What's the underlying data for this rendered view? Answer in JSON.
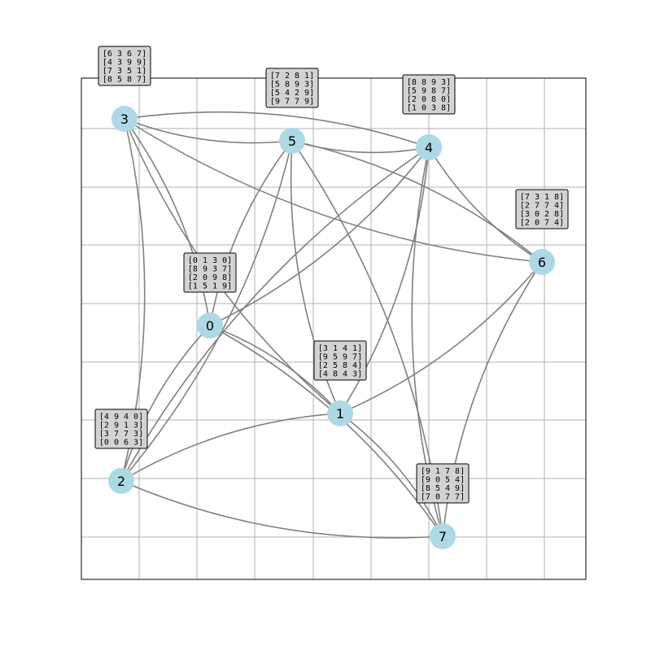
{
  "graph": {
    "colors": {
      "node_fill": "#add8e6",
      "edge": "#808080",
      "grid": "#b0b0b0",
      "frame": "#000000",
      "label_box_fill": "#d3d3d3",
      "label_box_stroke": "#000000"
    },
    "nodes": [
      {
        "id": "0",
        "label": "0",
        "matrix": [
          "[0 1 3 0]",
          "[8 9 3 7]",
          "[2 0 9 8]",
          "[1 5 1 9]"
        ]
      },
      {
        "id": "1",
        "label": "1",
        "matrix": [
          "[3 1 4 1]",
          "[9 5 9 7]",
          "[2 5 8 4]",
          "[4 8 4 3]"
        ]
      },
      {
        "id": "2",
        "label": "2",
        "matrix": [
          "[4 9 4 0]",
          "[2 9 1 3]",
          "[3 7 7 3]",
          "[0 0 6 3]"
        ]
      },
      {
        "id": "3",
        "label": "3",
        "matrix": [
          "[6 3 6 7]",
          "[4 3 9 9]",
          "[7 3 5 1]",
          "[8 5 8 7]"
        ]
      },
      {
        "id": "4",
        "label": "4",
        "matrix": [
          "[8 8 9 3]",
          "[5 9 8 7]",
          "[2 0 8 0]",
          "[1 0 3 8]"
        ]
      },
      {
        "id": "5",
        "label": "5",
        "matrix": [
          "[7 2 8 1]",
          "[5 8 9 3]",
          "[5 4 2 9]",
          "[9 7 7 9]"
        ]
      },
      {
        "id": "6",
        "label": "6",
        "matrix": [
          "[7 3 1 8]",
          "[2 7 7 4]",
          "[3 0 2 8]",
          "[2 0 7 4]"
        ]
      },
      {
        "id": "7",
        "label": "7",
        "matrix": [
          "[9 1 7 8]",
          "[9 0 5 4]",
          "[8 5 4 9]",
          "[7 0 7 7]"
        ]
      }
    ],
    "edges": [
      [
        "3",
        "5"
      ],
      [
        "3",
        "4"
      ],
      [
        "3",
        "6"
      ],
      [
        "3",
        "0"
      ],
      [
        "3",
        "1"
      ],
      [
        "3",
        "2"
      ],
      [
        "5",
        "4"
      ],
      [
        "5",
        "6"
      ],
      [
        "5",
        "0"
      ],
      [
        "5",
        "2"
      ],
      [
        "5",
        "1"
      ],
      [
        "5",
        "7"
      ],
      [
        "4",
        "6"
      ],
      [
        "4",
        "0"
      ],
      [
        "4",
        "2"
      ],
      [
        "4",
        "1"
      ],
      [
        "4",
        "7"
      ],
      [
        "0",
        "1"
      ],
      [
        "0",
        "2"
      ],
      [
        "0",
        "7"
      ],
      [
        "1",
        "2"
      ],
      [
        "1",
        "7"
      ],
      [
        "2",
        "7"
      ],
      [
        "6",
        "1"
      ],
      [
        "6",
        "7"
      ]
    ]
  }
}
